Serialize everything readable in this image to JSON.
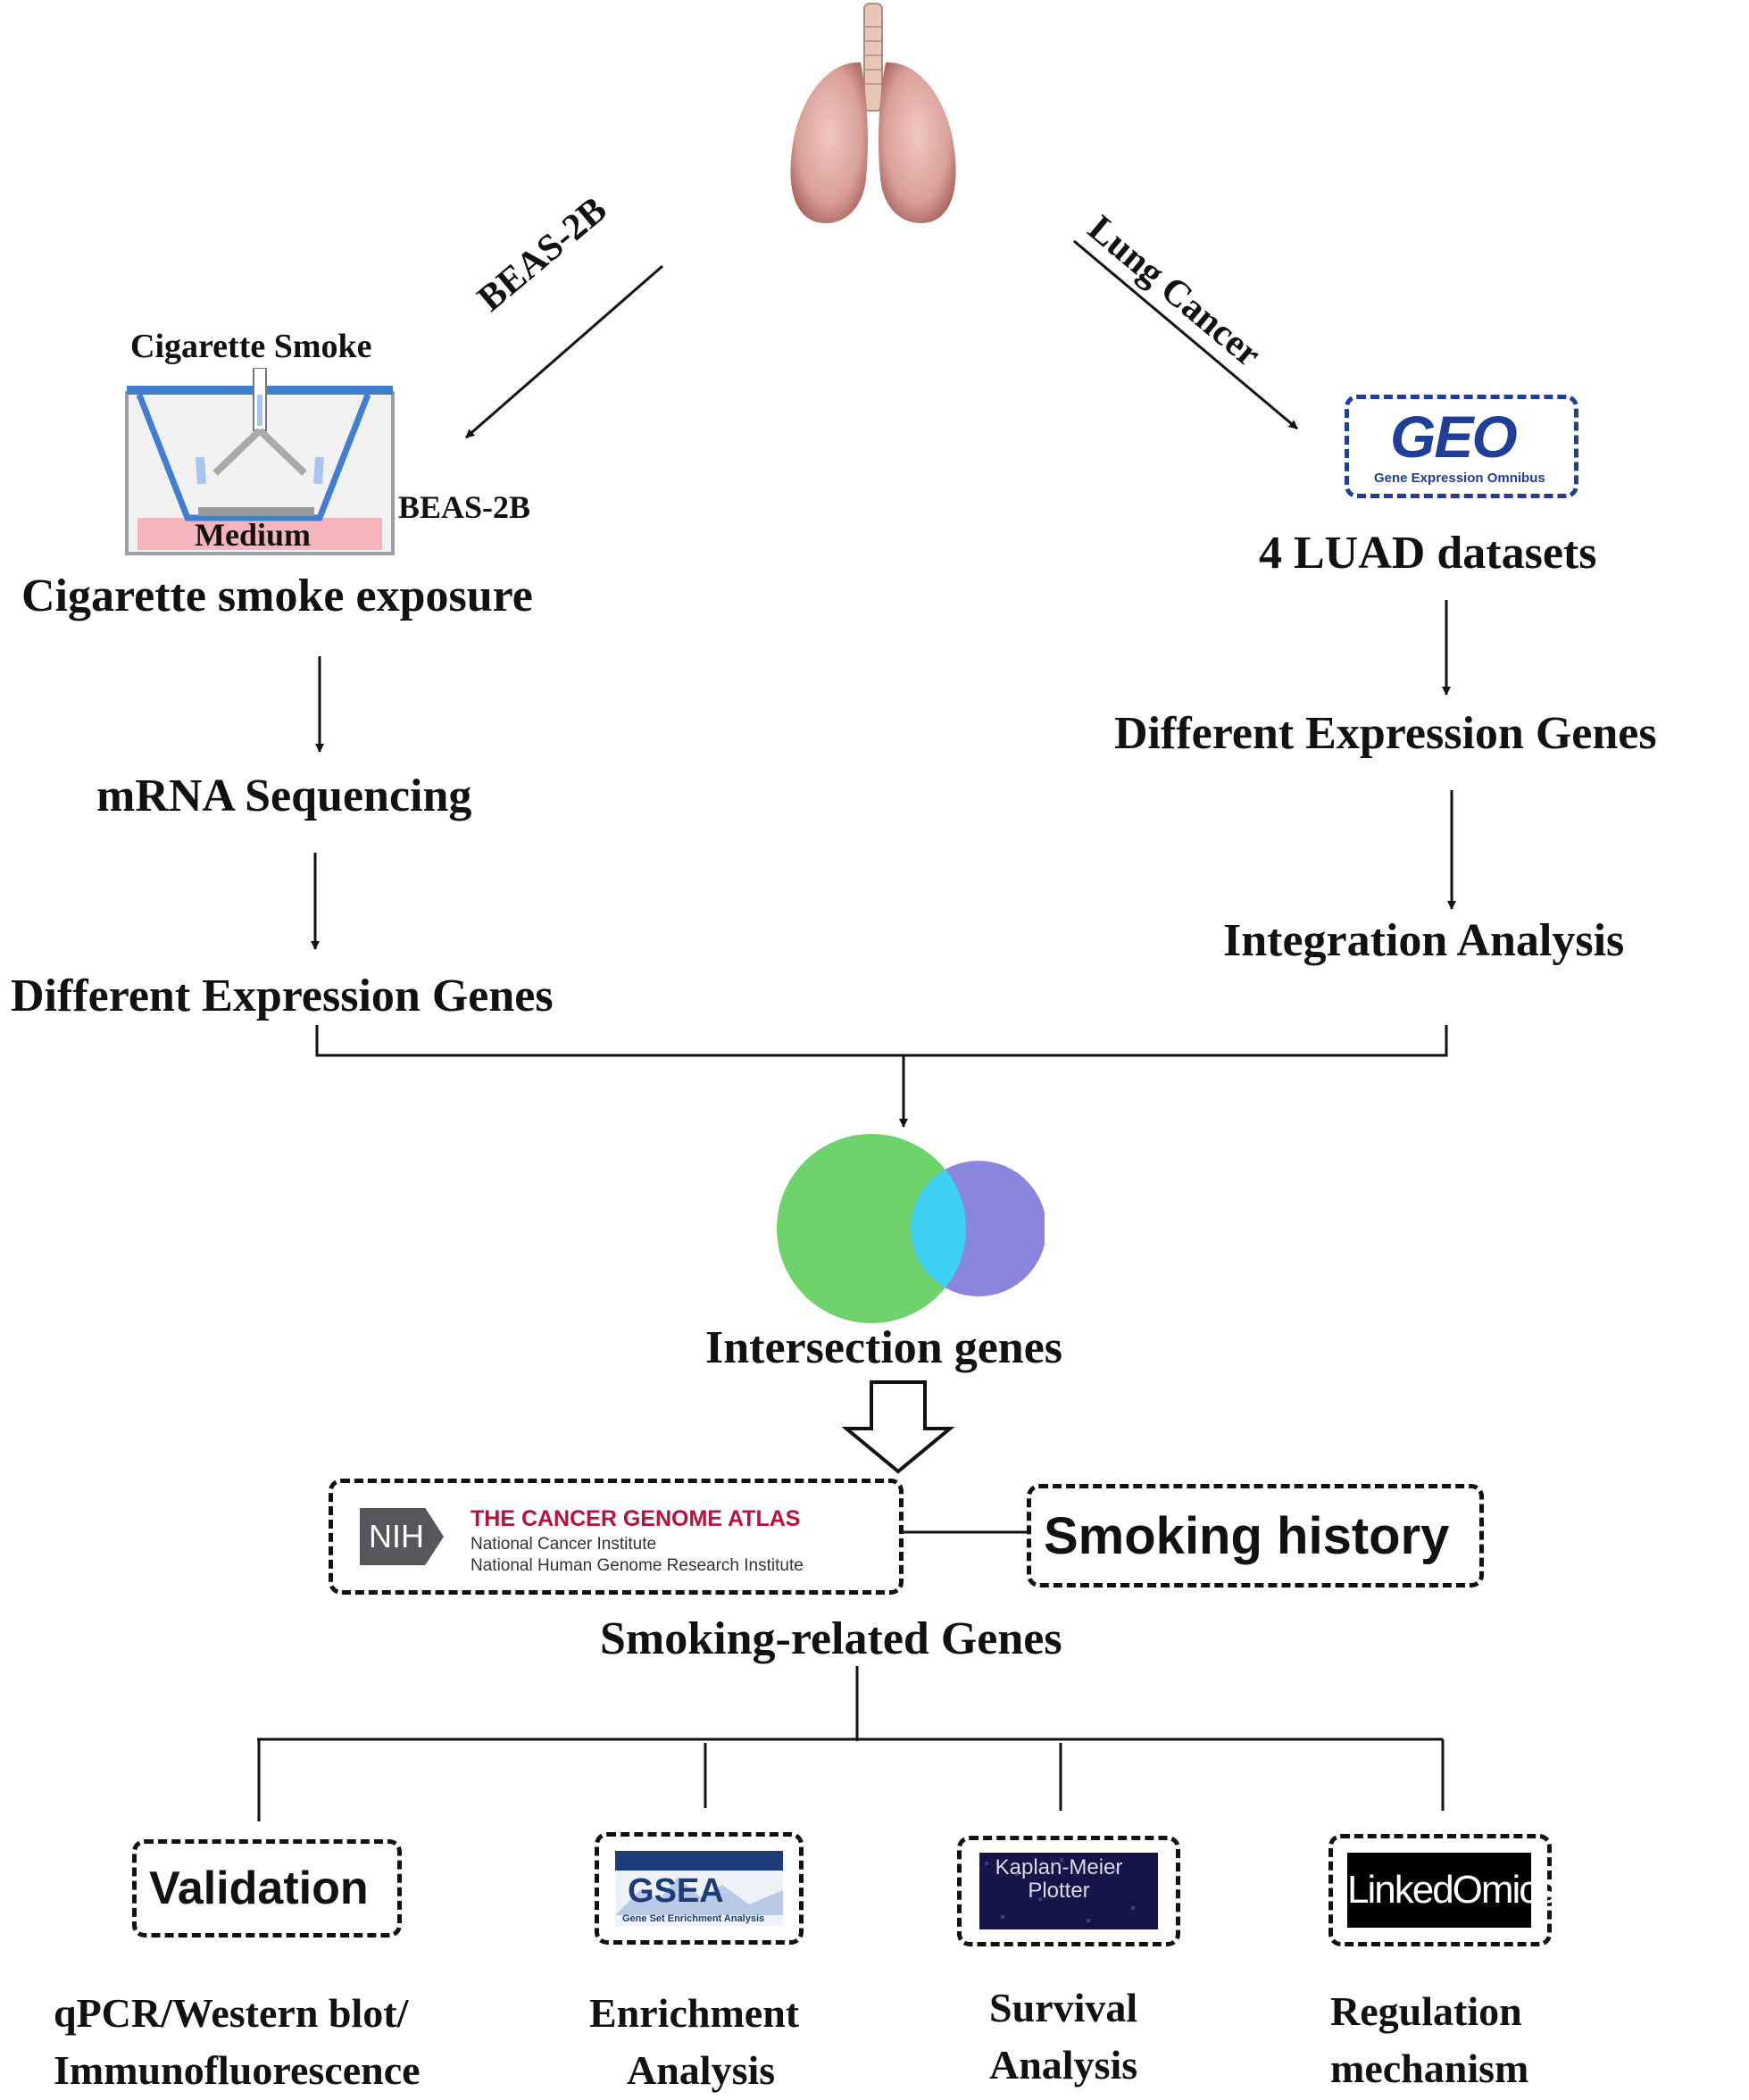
{
  "top": {
    "organ_icon": "lungs-icon",
    "left_arrow_label": "BEAS-2B",
    "right_arrow_label": "Lung Cancer"
  },
  "left_branch": {
    "schematic": {
      "smoke_label": "Cigarette Smoke",
      "cell_label": "BEAS-2B",
      "medium_label": "Medium"
    },
    "exposure_title": "Cigarette smoke exposure",
    "step1": "mRNA Sequencing",
    "step2": "Different Expression Genes"
  },
  "right_branch": {
    "geo_logo": {
      "text": "GEO",
      "subtext": "Gene Expression Omnibus"
    },
    "datasets": "4 LUAD datasets",
    "step1": "Different Expression Genes",
    "step2": "Integration Analysis"
  },
  "middle": {
    "venn_icon": "venn-diagram-icon",
    "intersection": "Intersection genes",
    "tcga_logo": {
      "badge": "NIH",
      "title": "THE CANCER GENOME ATLAS",
      "line1": "National Cancer Institute",
      "line2": "National Human Genome Research Institute"
    },
    "smoking_history": "Smoking history",
    "smoking_genes": "Smoking-related Genes"
  },
  "bottom": [
    {
      "box": "Validation",
      "caption1": "qPCR/Western blot/",
      "caption2": "Immunofluorescence"
    },
    {
      "box": "GSEA",
      "box_sub": "Gene Set Enrichment Analysis",
      "caption1": "Enrichment",
      "caption2": "Analysis"
    },
    {
      "box": "Kaplan-Meier Plotter",
      "caption1": "Survival",
      "caption2": "Analysis"
    },
    {
      "box": "LinkedOmics",
      "caption1": "Regulation",
      "caption2": "mechanism"
    }
  ],
  "colors": {
    "venn_left": "#6ed36a",
    "venn_right": "#8a86dc",
    "venn_overlap": "#3fd0f5",
    "geo_blue": "#1f3e9a",
    "tcga_red": "#b3133e",
    "nih_gray": "#55575a",
    "gsea_blue": "#1d3d7a",
    "medium_pink": "#f4b6bc",
    "chamber_blue": "#3f7ed0"
  }
}
